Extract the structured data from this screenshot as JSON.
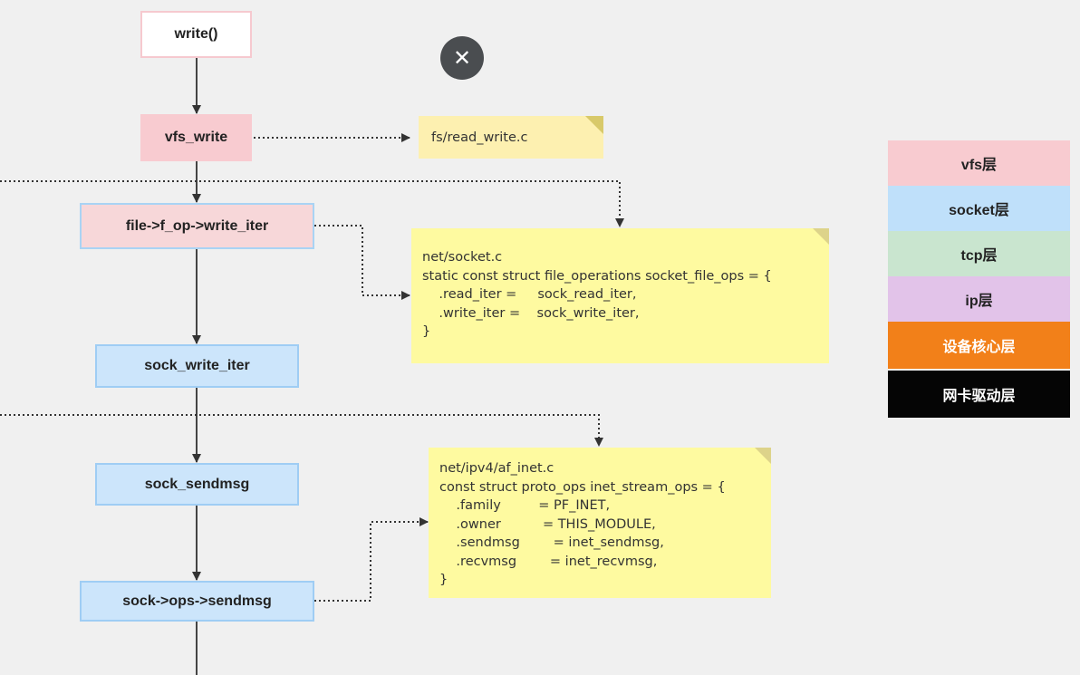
{
  "nodes": {
    "write": "write()",
    "vfs_write": "vfs_write",
    "f_op_write_iter": "file->f_op->write_iter",
    "sock_write_iter": "sock_write_iter",
    "sock_sendmsg": "sock_sendmsg",
    "ops_sendmsg": "sock->ops->sendmsg"
  },
  "notes": {
    "read_write": "fs/read_write.c",
    "socket": "net/socket.c\nstatic const struct file_operations socket_file_ops = {\n    .read_iter =     sock_read_iter,\n    .write_iter =    sock_write_iter,\n}",
    "af_inet": "net/ipv4/af_inet.c\nconst struct proto_ops inet_stream_ops = {\n    .family         = PF_INET,\n    .owner          = THIS_MODULE,\n    .sendmsg        = inet_sendmsg,\n    .recvmsg        = inet_recvmsg,\n}"
  },
  "close_icon": "✕",
  "legend": {
    "vfs": "vfs层",
    "socket": "socket层",
    "tcp": "tcp层",
    "ip": "ip层",
    "core": "设备核心层",
    "nic": "网卡驱动层"
  },
  "colors": {
    "vfs": "#f8cbd0",
    "socket": "#bfe0fa",
    "tcp": "#c9e5cf",
    "ip": "#e2c3e9",
    "core": "#f28019",
    "nic": "#050505",
    "note": "#fefaa0"
  }
}
